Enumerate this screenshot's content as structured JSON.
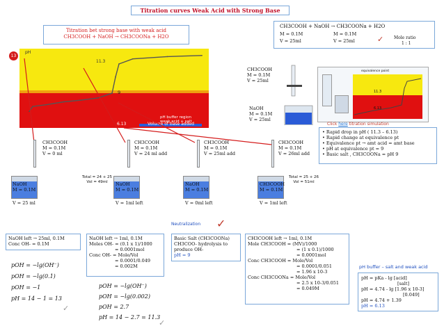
{
  "title": "Titration curves Weak Acid with Strong Base",
  "subtitle": {
    "line1": "Titration bet strong base  with weak acid",
    "line2": "CH3COOH + NaOH → CH3COONa + H2O"
  },
  "reaction_box": {
    "equation": "CH3COOH   +   NaOH   →   CH3COONa + H2O",
    "acid_m": "M = 0.1M",
    "acid_v": "V = 25ml",
    "base_m": "M = 0.1M",
    "base_v": "V = 25ml",
    "mole_ratio_label": "Mole ratio",
    "mole_ratio": "1 : 1"
  },
  "chart": {
    "ylabel": "pH",
    "ymax_label": "13",
    "label_113": "11.3",
    "label_9": "9",
    "label_613": "6.13",
    "buffer_label1": "pH buffer region",
    "buffer_label2": "weak acid + salt",
    "xlabel": "Volume of base added"
  },
  "chart_data": {
    "type": "line",
    "title": "",
    "xlabel": "Volume of base added",
    "ylabel": "pH",
    "x": [
      0,
      1,
      5,
      10,
      15,
      20,
      24,
      25,
      26,
      30,
      40,
      50
    ],
    "y": [
      2.9,
      3.8,
      4.1,
      4.6,
      4.9,
      5.3,
      6.13,
      9,
      11.3,
      12.2,
      12.6,
      12.8
    ],
    "ylim": [
      0,
      14
    ]
  },
  "sim": {
    "acid_label": "CH3COOH",
    "acid_m": "M = 0.1M",
    "acid_v": "V = 25ml",
    "base_label": "NaOH",
    "base_m": "M = 0.1M",
    "base_v": "V = 25ml",
    "eq_point_title": "equivalence point",
    "v113": "11.3",
    "v613": "6.13",
    "click_prefix": "Click ",
    "click_link": "here",
    "click_suffix": " titration simulation"
  },
  "bullets": [
    "• Rapid drop in pH ( 11.3 – 6.13)",
    "• Rapid change at equivalence pt",
    "• Equivalence pt → amt acid = amt base",
    "• pH at equivalence pt = 9",
    "• Basic salt , CH3COONa = pH 9"
  ],
  "flasks": [
    {
      "top_name": "CH3COOH",
      "top_m": "M = 0.1M",
      "top_v": "V = 0 ml",
      "bot_name": "NaOH",
      "bot_m": "M = 0.1M",
      "bot_v": "V = 25 ml"
    },
    {
      "top_name": "CH3COOH",
      "top_m": "M = 0.1M",
      "top_v": "V = 24 ml add",
      "bot_name": "NaOH",
      "bot_m": "M = 0.1M",
      "bot_v": "V = 1ml left"
    },
    {
      "top_name": "CH3COOH",
      "top_m": "M = 0.1M",
      "top_v": "V = 25ml add",
      "bot_name": "NaOH",
      "bot_m": "M = 0.1M",
      "bot_v": "V = 0ml left"
    },
    {
      "top_name": "CH3COOH",
      "top_m": "M = 0.1M",
      "top_v": "V = 26ml add",
      "bot_name": "CH3COOH",
      "bot_m": "M = 0.1M",
      "bot_v": "V = 1ml left"
    }
  ],
  "totals": [
    {
      "line1": "Total = 24 + 25",
      "line2": "Vol = 49ml"
    },
    {
      "line1": "Total = 25 + 26",
      "line2": "Vol = 51ml"
    }
  ],
  "neutralization": "Neutralization",
  "panel1": {
    "line1": "NaOH left → 25ml, 0.1M",
    "line2": "Conc OH- = 0.1M",
    "eq1": "pOH = −lg(OH⁻)",
    "eq2": "pOH = −lg(0.1)",
    "eq3": "pOH = −1",
    "eq4": "pH = 14 − 1 = 13"
  },
  "panel2": {
    "line1": "NaOH left → 1ml, 0.1M",
    "line2": "Moles OH- = (0.1 x 1)/1000",
    "line3": "= 0.0001mol",
    "line4": "Conc OH- = Mole/Vol",
    "line5": "= 0.0001/0.049",
    "line6": "= 0.002M",
    "eq1": "pOH = −lg(OH⁻)",
    "eq2": "pOH = −lg(0.002)",
    "eq3": "pOH = 2.7",
    "eq4": "pH = 14 − 2.7 = 11.3"
  },
  "panel3": {
    "line1": "Basic Salt (CH3COONa)",
    "line2": "CH3COO- hydrolysis to",
    "line3": "produce OH-",
    "line4": "pH = 9"
  },
  "panel4": {
    "line1": "CH3COOH left → 1ml, 0.1M",
    "line2": "Mole CH3COOH = (MV)/1000",
    "line3": "= (1 x 0.1)/1000",
    "line4": "= 0.0001mol",
    "line5": "Conc CH3COOH = Mole/Vol",
    "line6": "= 0.0001/0.051",
    "line7": "= 1.96 x 10-3",
    "line8": "Conc CH3COONa = Mole/Vol",
    "line9": "= 2.5 x 10-3/0.051",
    "line10": "= 0.049M"
  },
  "buffer_title": "pH buffer – salt and weak acid",
  "panel5": {
    "line1": "pH = pKa - lg [acid]",
    "line2": "[salt]",
    "line3": "pH = 4.74 - lg [1.96 x 10-3]",
    "line4": "[0.049]",
    "line5": "pH = 4.74 + 1.39",
    "line6": "pH = 6.13"
  },
  "colors": {
    "red": "#e01010",
    "yellow": "#f7e80f",
    "accent": "#c0392b",
    "check": "#9a9a9a"
  }
}
